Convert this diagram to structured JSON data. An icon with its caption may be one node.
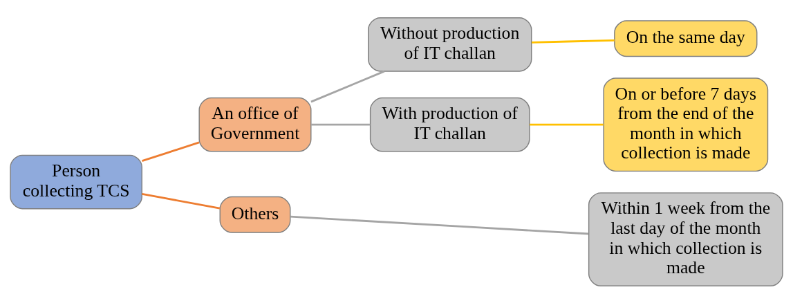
{
  "diagram": {
    "nodes": [
      {
        "text": [
          "Person collecting TCS"
        ]
      },
      {
        "text": [
          "An office of Government"
        ]
      },
      {
        "text": [
          "Others"
        ]
      },
      {
        "text": [
          "Without production of IT challan"
        ]
      },
      {
        "text": [
          "With production of IT challan"
        ]
      },
      {
        "text": [
          "On the same day"
        ]
      },
      {
        "text": [
          "On or before 7 days from the end of the month in which collection is made"
        ]
      },
      {
        "text": [
          "Within 1 week from the last day of the month in which collection is made"
        ]
      }
    ],
    "edges": [
      {
        "from": 0,
        "to": 1,
        "arrow": "none",
        "color": "#ed7d31"
      },
      {
        "from": 0,
        "to": 2,
        "arrow": "none",
        "color": "#ed7d31"
      },
      {
        "from": 1,
        "to": 3,
        "arrow": "none"
      },
      {
        "from": 1,
        "to": 4,
        "arrow": "none"
      },
      {
        "from": 3,
        "to": 5,
        "arrow": "none",
        "color": "#ffc000"
      },
      {
        "from": 4,
        "to": 6,
        "arrow": "none",
        "color": "#ffc000"
      },
      {
        "from": 2,
        "to": 7,
        "arrow": "none"
      }
    ]
  }
}
